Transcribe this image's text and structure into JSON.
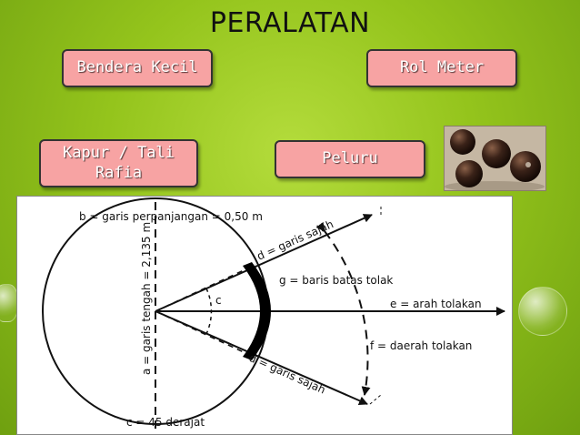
{
  "title": "PERALATAN",
  "items": {
    "bendera": "Bendera Kecil",
    "rol": "Rol Meter",
    "kapur": "Kapur / Tali Rafia",
    "peluru": "Peluru"
  },
  "diagram": {
    "label_b": "b = garis perpanjangan = 0,50 m",
    "label_d_top": "d = garis sajah",
    "label_g": "g = baris batas tolak",
    "label_c_small": "c",
    "label_e": "e = arah tolakan",
    "label_f": "f = daerah tolakan",
    "label_d_bottom": "d = garis sajah",
    "label_c": "c = 45 derajat",
    "label_a": "a = garis tengah = 2,135 m"
  }
}
